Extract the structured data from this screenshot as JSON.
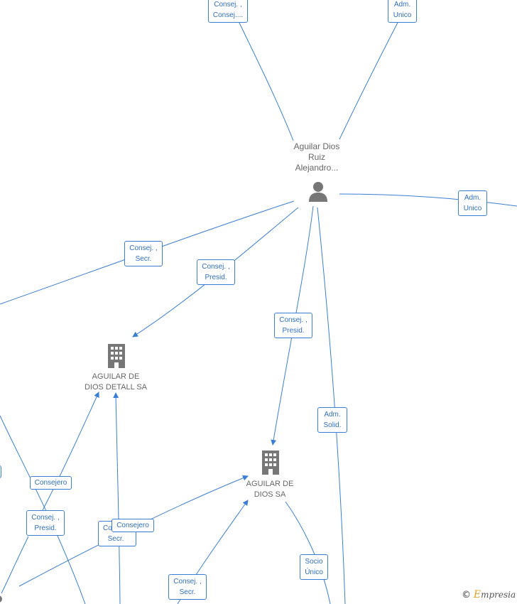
{
  "people": {
    "aguilar_dios_ruiz": {
      "name_lines": [
        "Aguilar Dios",
        "Ruiz",
        "Alejandro..."
      ]
    }
  },
  "companies": {
    "aguilar_de_dios_detall": {
      "name_lines": [
        "AGUILAR DE",
        "DIOS DETALL SA"
      ]
    },
    "aguilar_de_dios": {
      "name_lines": [
        "AGUILAR DE",
        "DIOS SA"
      ]
    }
  },
  "edge_labels": {
    "top_left": [
      "Consej. ,",
      "Consej...."
    ],
    "top_right": [
      "Adm.",
      "Unico"
    ],
    "right": [
      "Adm.",
      "Unico"
    ],
    "left_long": [
      "Consej. ,",
      "Secr."
    ],
    "to_detall": [
      "Consej. ,",
      "Presid."
    ],
    "to_dios": [
      "Consej. ,",
      "Presid."
    ],
    "adm_solid": [
      "Adm.",
      "Solid."
    ],
    "consejero_1": [
      "Consejero"
    ],
    "consej_presid_lower": [
      "Consej. ,",
      "Presid."
    ],
    "consej_secr_mid_a": [
      "Co",
      "Secr."
    ],
    "consejero_2": [
      "Consejero"
    ],
    "consej_secr_bottom": [
      "Consej. ,",
      "Secr."
    ],
    "socio_unico": [
      "Socio",
      "Único"
    ]
  },
  "colors": {
    "edge": "#3a7fd5",
    "node_icon": "#777777",
    "node_text": "#666666"
  },
  "icons": {
    "person": "person-icon",
    "company": "building-icon"
  },
  "watermark": {
    "copyright": "©",
    "brand_initial": "E",
    "brand_rest": "mpresia"
  }
}
